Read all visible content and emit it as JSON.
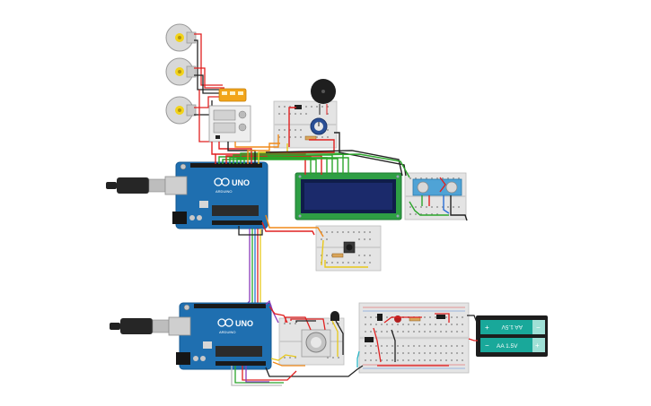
{
  "arduino_top": {
    "brand": "UNO",
    "maker": "ARDUINO"
  },
  "arduino_bottom": {
    "brand": "UNO",
    "maker": "ARDUINO"
  },
  "battery": {
    "label_top": "AA 1.5V",
    "label_bottom": "AA 1.5V",
    "plus": "+",
    "minus": "−"
  },
  "colors": {
    "board": "#1f6fb0",
    "board_dark": "#165a92",
    "breadboard": "#e6e6e6",
    "lcd_pcb": "#2e9e44",
    "lcd_screen": "#1b2a6b",
    "battery": "#19a89a",
    "wire_red": "#e02020",
    "wire_black": "#222222",
    "wire_green": "#2aa52a",
    "wire_orange": "#f08a1a",
    "wire_yellow": "#e8c81a",
    "wire_blue": "#2a6fd6",
    "wire_purple": "#8a3ab9",
    "wire_white": "#cccccc"
  }
}
